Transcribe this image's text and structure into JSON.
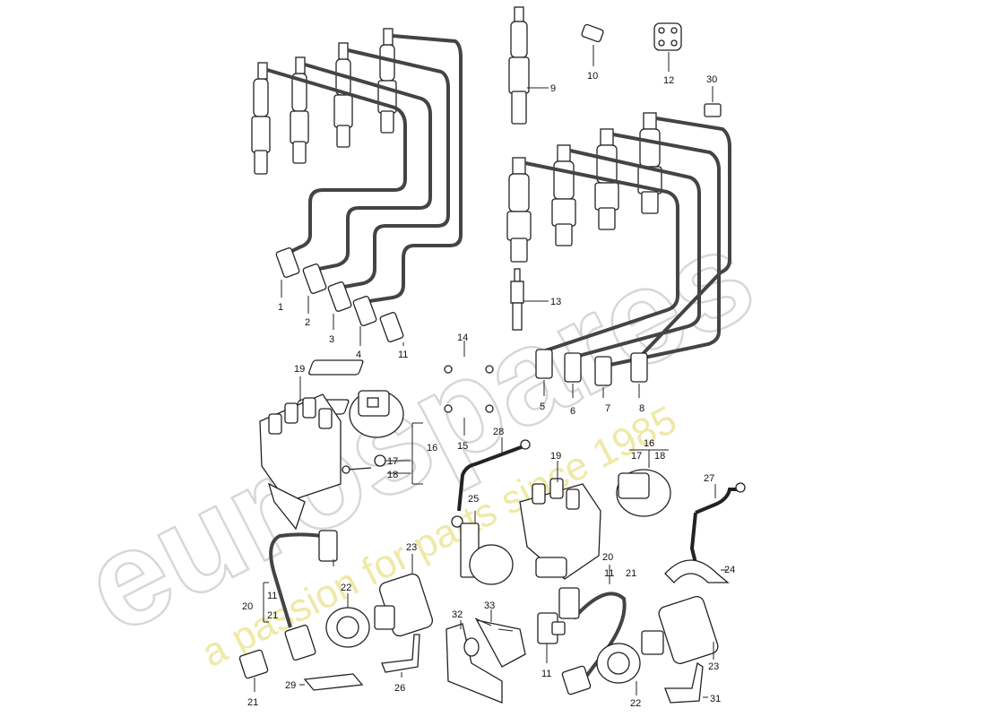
{
  "watermark": {
    "brand": "eurospares",
    "tagline": "a passion for parts since 1985"
  },
  "callouts": [
    {
      "id": "c1",
      "text": "1"
    },
    {
      "id": "c2",
      "text": "2"
    },
    {
      "id": "c3",
      "text": "3"
    },
    {
      "id": "c4",
      "text": "4"
    },
    {
      "id": "c11a",
      "text": "11"
    },
    {
      "id": "c9",
      "text": "9"
    },
    {
      "id": "c10",
      "text": "10"
    },
    {
      "id": "c12",
      "text": "12"
    },
    {
      "id": "c30",
      "text": "30"
    },
    {
      "id": "c13",
      "text": "13"
    },
    {
      "id": "c14",
      "text": "14"
    },
    {
      "id": "c15",
      "text": "15"
    },
    {
      "id": "c5",
      "text": "5"
    },
    {
      "id": "c6",
      "text": "6"
    },
    {
      "id": "c7",
      "text": "7"
    },
    {
      "id": "c8",
      "text": "8"
    },
    {
      "id": "c19a",
      "text": "19"
    },
    {
      "id": "c16a",
      "text": "16"
    },
    {
      "id": "c17a",
      "text": "17"
    },
    {
      "id": "c18a",
      "text": "18"
    },
    {
      "id": "c28",
      "text": "28"
    },
    {
      "id": "c19b",
      "text": "19"
    },
    {
      "id": "c16b",
      "text": "16"
    },
    {
      "id": "c17b",
      "text": "17"
    },
    {
      "id": "c18b",
      "text": "18"
    },
    {
      "id": "c27",
      "text": "27"
    },
    {
      "id": "c25",
      "text": "25"
    },
    {
      "id": "c23a",
      "text": "23"
    },
    {
      "id": "c20a",
      "text": "20"
    },
    {
      "id": "c11b",
      "text": "11"
    },
    {
      "id": "c21a",
      "text": "21"
    },
    {
      "id": "c22a",
      "text": "22"
    },
    {
      "id": "c33",
      "text": "33"
    },
    {
      "id": "c32",
      "text": "32"
    },
    {
      "id": "c20b",
      "text": "20"
    },
    {
      "id": "c11c",
      "text": "11"
    },
    {
      "id": "c21b",
      "text": "21"
    },
    {
      "id": "c24",
      "text": "24"
    },
    {
      "id": "c21c",
      "text": "21"
    },
    {
      "id": "c29",
      "text": "29"
    },
    {
      "id": "c26",
      "text": "26"
    },
    {
      "id": "c11d",
      "text": "11"
    },
    {
      "id": "c22b",
      "text": "22"
    },
    {
      "id": "c23b",
      "text": "23"
    },
    {
      "id": "c31",
      "text": "31"
    }
  ]
}
